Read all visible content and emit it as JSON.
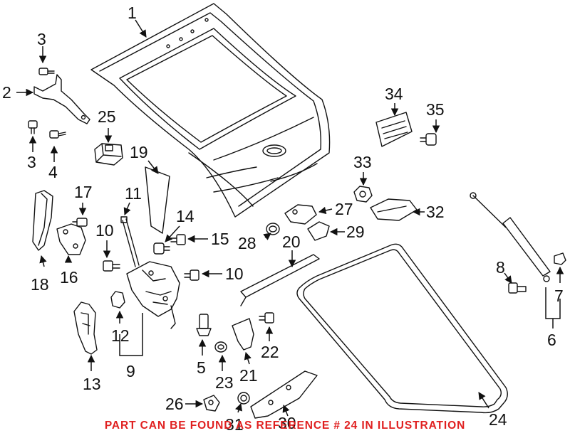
{
  "diagram": {
    "note": "PART CAN BE FOUND AS REFERENCE # 24 IN ILLUSTRATION",
    "note_color": "#e02020",
    "callouts": {
      "c1": "1",
      "c2": "2",
      "c3a": "3",
      "c3b": "3",
      "c4": "4",
      "c5": "5",
      "c6": "6",
      "c7": "7",
      "c8": "8",
      "c9": "9",
      "c10a": "10",
      "c10b": "10",
      "c11": "11",
      "c12": "12",
      "c13": "13",
      "c14": "14",
      "c15": "15",
      "c16": "16",
      "c17": "17",
      "c18": "18",
      "c19": "19",
      "c20": "20",
      "c21": "21",
      "c22": "22",
      "c23": "23",
      "c24": "24",
      "c25": "25",
      "c26": "26",
      "c27": "27",
      "c28": "28",
      "c29": "29",
      "c30": "30",
      "c31": "31",
      "c32": "32",
      "c33": "33",
      "c34": "34",
      "c35": "35"
    }
  }
}
